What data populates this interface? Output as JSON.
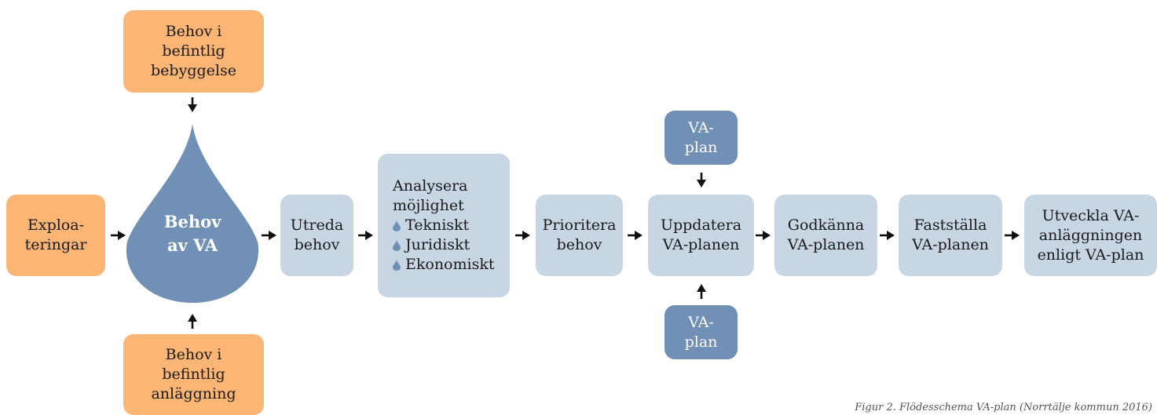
{
  "colors": {
    "orange": "#fbb575",
    "grey": "#c8d6e4",
    "blue": "#7090b5",
    "arrow": "#111111"
  },
  "boxes": {
    "top_need": [
      "Behov i",
      "befintlig",
      "bebyggelse"
    ],
    "left_need": [
      "Exploa-",
      "teringar"
    ],
    "bottom_need": [
      "Behov i",
      "befintlig",
      "anläggning"
    ],
    "center_drop": [
      "Behov",
      "av VA"
    ],
    "investigate": [
      "Utreda",
      "behov"
    ],
    "analyse": {
      "title": [
        "Analysera",
        "möjlighet"
      ],
      "items": [
        "Tekniskt",
        "Juridiskt",
        "Ekonomiskt"
      ]
    },
    "prioritise": [
      "Prioritera",
      "behov"
    ],
    "va_plan_top": [
      "VA-",
      "plan"
    ],
    "update": [
      "Uppdatera",
      "VA-planen"
    ],
    "va_plan_bottom": [
      "VA-",
      "plan"
    ],
    "approve": [
      "Godkänna",
      "VA-planen"
    ],
    "establish": [
      "Fastställa",
      "VA-planen"
    ],
    "develop": [
      "Utveckla VA-",
      "anläggningen",
      "enligt VA-plan"
    ]
  },
  "caption": "Figur 2. Flödesschema VA-plan (Norrtälje kommun 2016)"
}
